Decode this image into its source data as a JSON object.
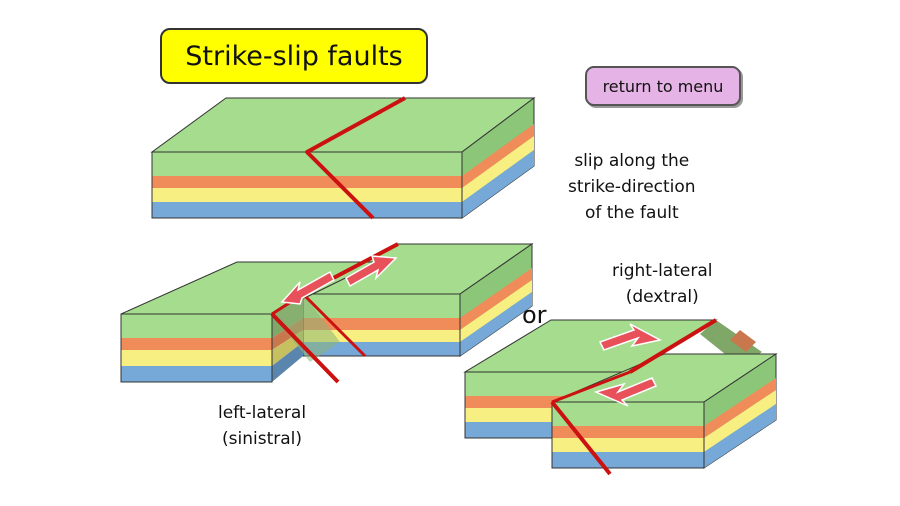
{
  "title": "Strike-slip faults",
  "menu_button": "return to menu",
  "caption_top": [
    "slip along the",
    "strike-direction",
    "of the fault"
  ],
  "caption_right": [
    "right-lateral",
    "(dextral)"
  ],
  "caption_left": [
    "left-lateral",
    "(sinistral)"
  ],
  "connector": "or",
  "colors": {
    "green_top": "#a6dc8e",
    "green_side": "#8cc678",
    "orange_layer": "#f08c5a",
    "yellow_layer": "#f7ef82",
    "blue_layer": "#76a8d8",
    "fault_line": "#cc1111",
    "arrow_fill": "#e8505a"
  }
}
